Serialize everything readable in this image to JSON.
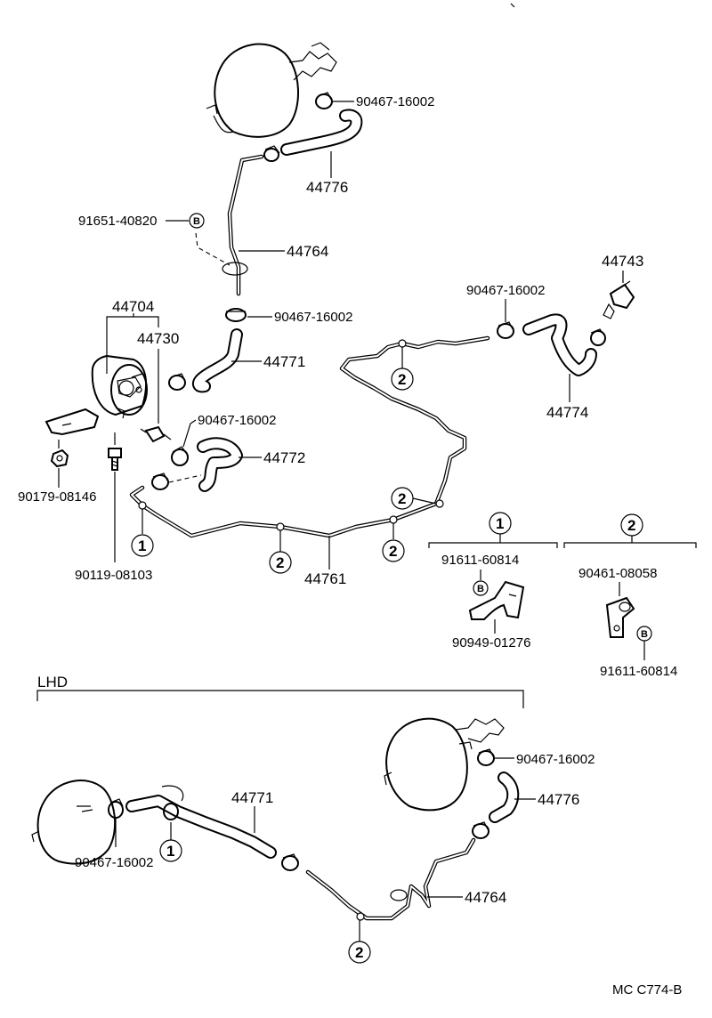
{
  "labels": {
    "p_90467_a": "90467-16002",
    "p_44776_a": "44776",
    "p_91651": "91651-40820",
    "p_44764_a": "44764",
    "p_90467_b": "90467-16002",
    "p_44704": "44704",
    "p_44730": "44730",
    "p_44771_a": "44771",
    "p_90467_c": "90467-16002",
    "p_44772": "44772",
    "p_90179": "90179-08146",
    "p_90119": "90119-08103",
    "p_44761": "44761",
    "p_90467_d": "90467-16002",
    "p_44743": "44743",
    "p_44774": "44774",
    "p_91611_a": "91611-60814",
    "p_90949": "90949-01276",
    "p_90461": "90461-08058",
    "p_91611_b": "91611-60814",
    "lhd": "LHD",
    "p_90467_e": "90467-16002",
    "p_44776_b": "44776",
    "p_44771_b": "44771",
    "p_90467_f": "90467-16002",
    "p_44764_b": "44764",
    "footer": "MC  C774-B"
  },
  "markers": {
    "one": "1",
    "two": "2",
    "b": "B"
  }
}
